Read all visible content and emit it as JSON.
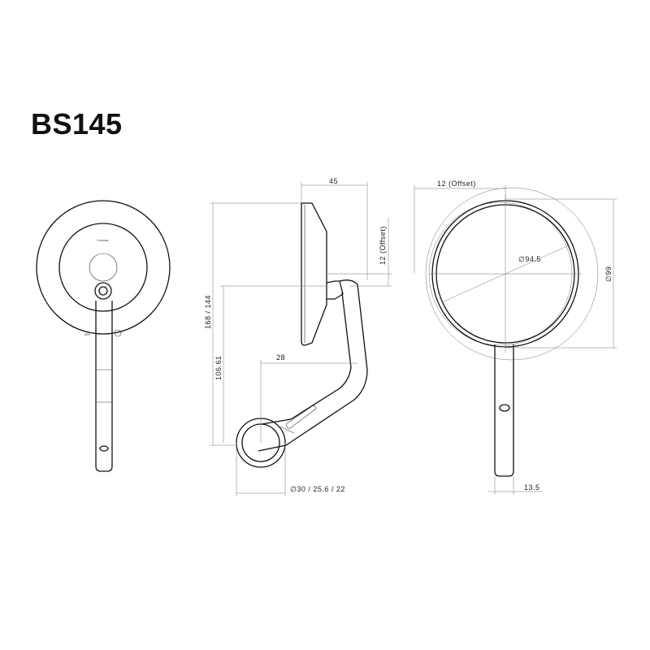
{
  "title": "BS145",
  "dimensions": {
    "width_45": "45",
    "offset_top": "12 (Offset)",
    "offset_vertical": "12 (Offset)",
    "height_total": "168 / 144",
    "height_arm": "106.61",
    "arm_reach": "28",
    "clamp_diameters": "∅30 / 25.6 / 22",
    "mirror_diameter_inner": "∅94.5",
    "mirror_diameter_outer": "∅99",
    "stem_width": "13.5"
  },
  "back_view": {
    "logo_text": "/ rizoma",
    "serial_text": "000"
  },
  "colors": {
    "line": "#111111",
    "guide": "#777777",
    "text": "#222222"
  }
}
